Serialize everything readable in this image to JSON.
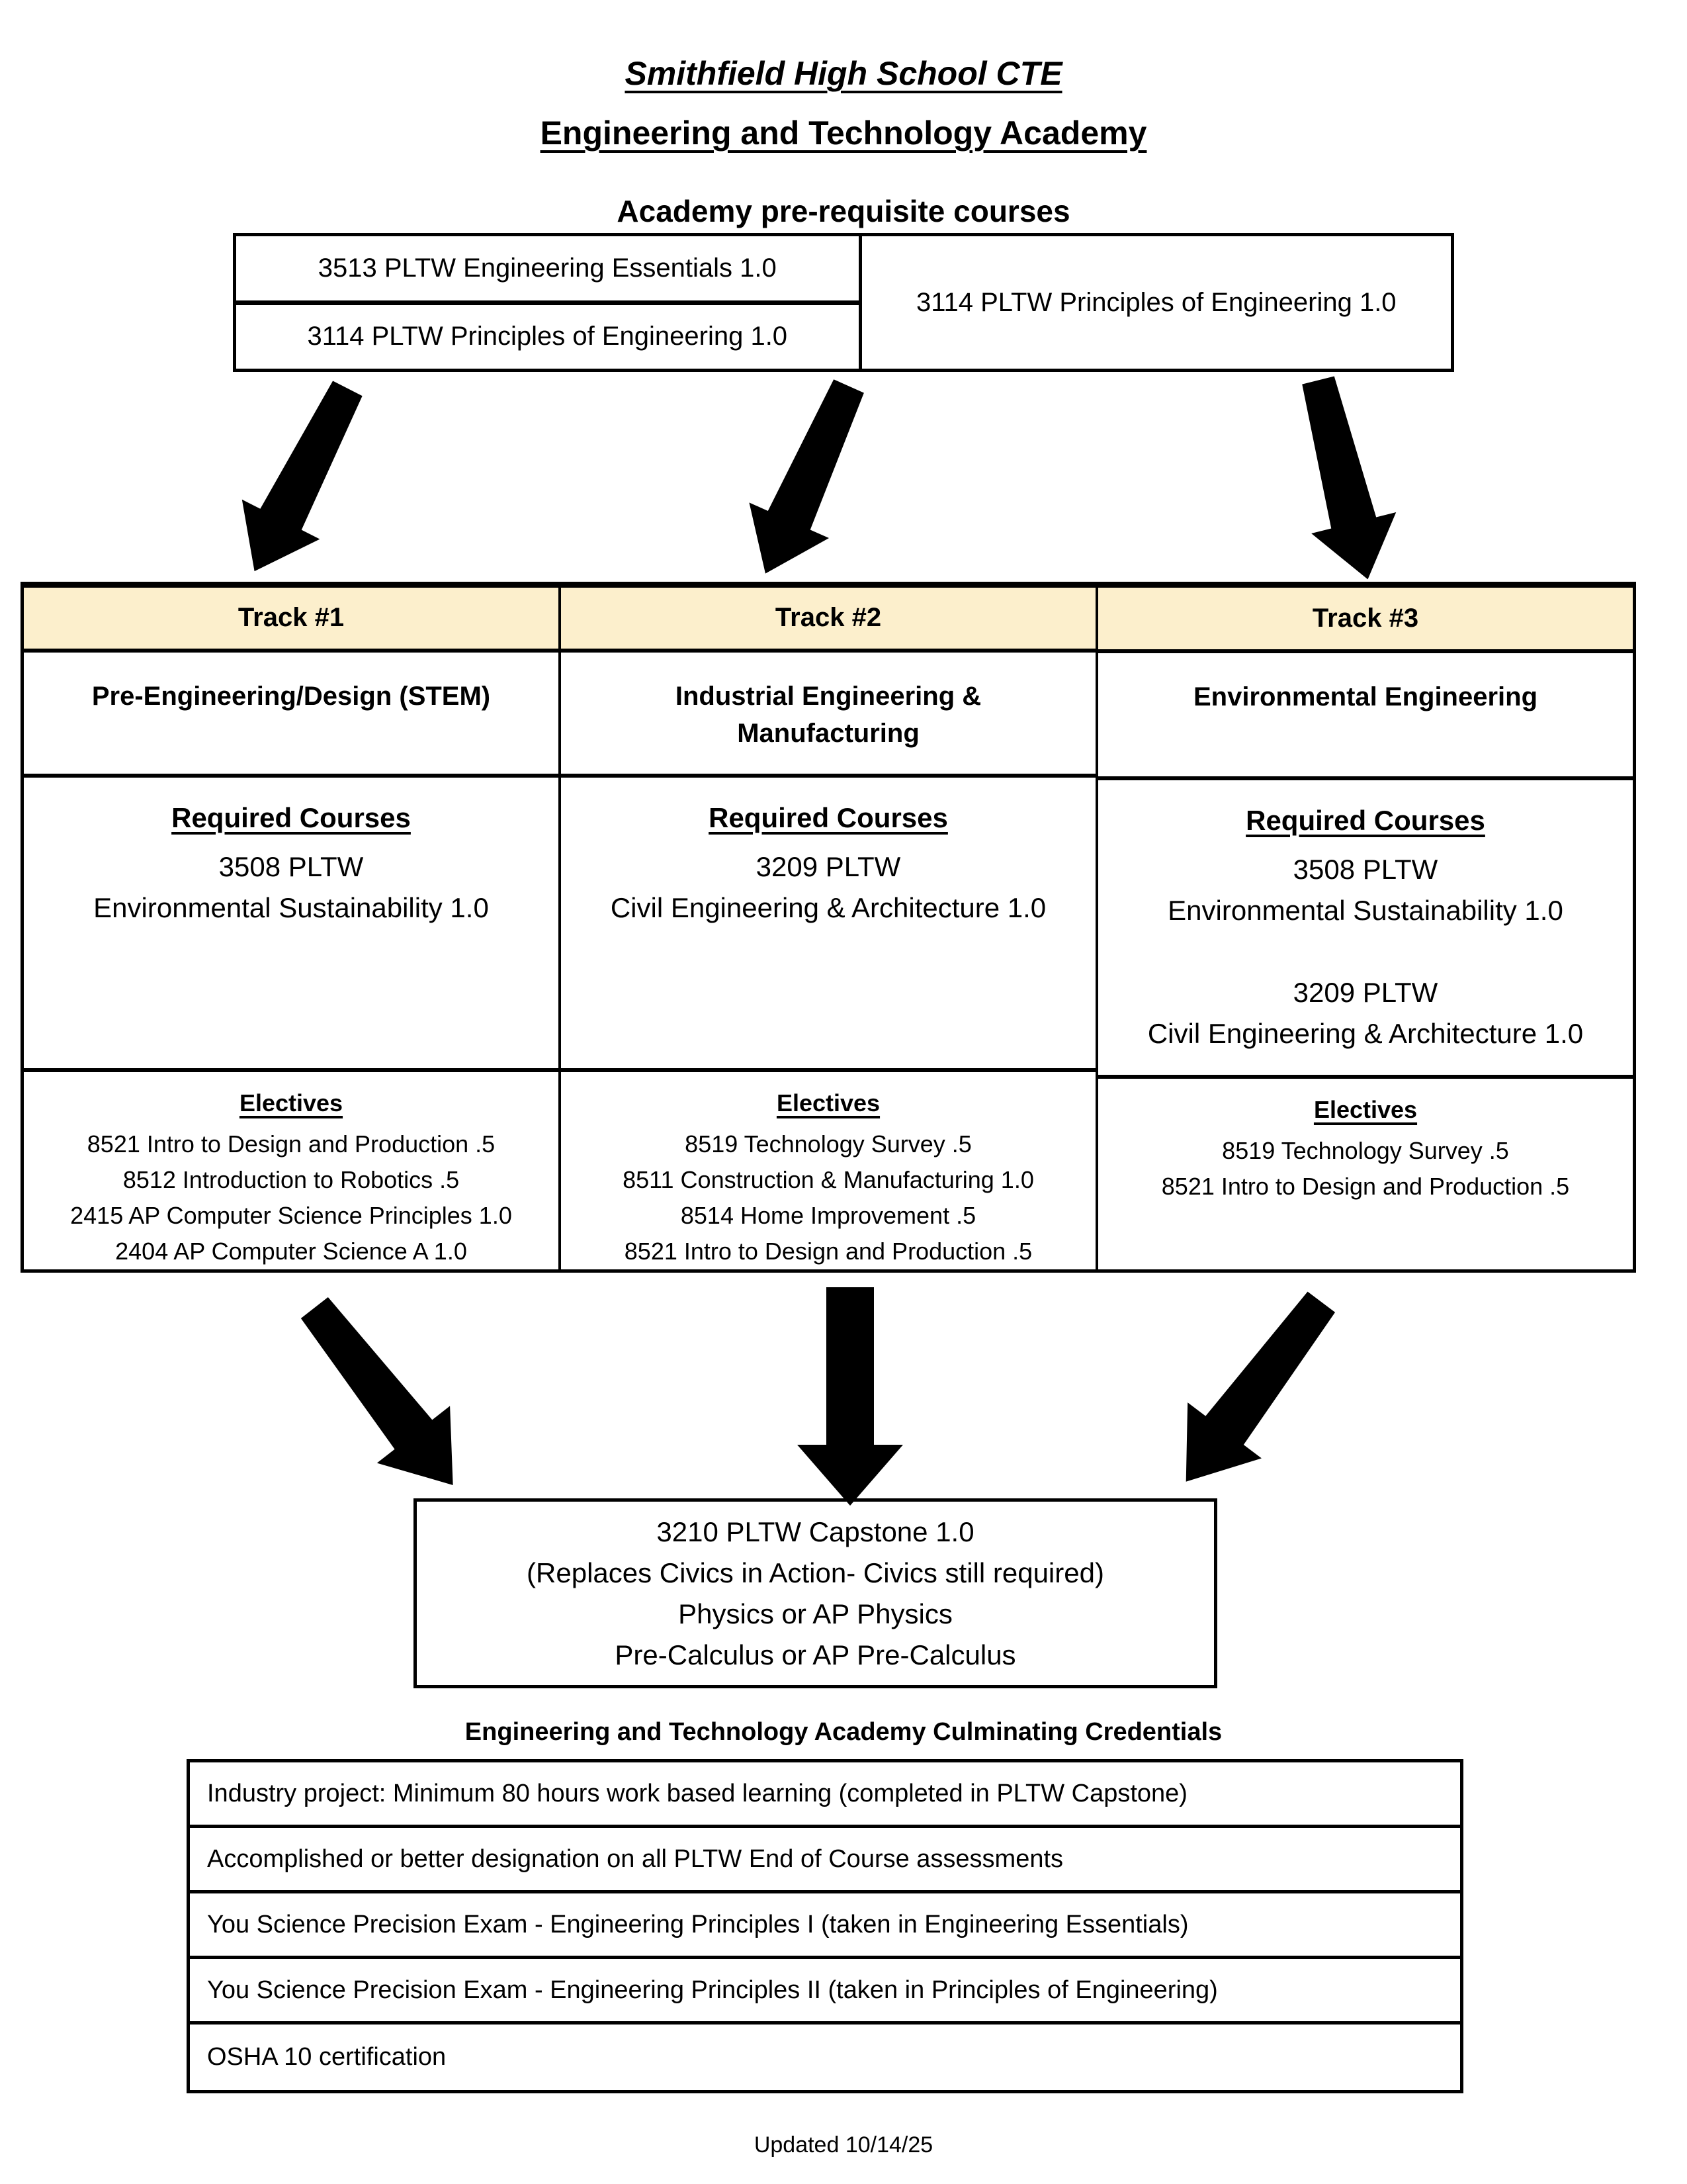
{
  "page": {
    "title_line1": "Smithfield High School CTE",
    "title_line2": "Engineering and Technology Academy",
    "prerequisites_heading": "Academy pre-requisite courses",
    "footer": "Updated 10/14/25"
  },
  "prerequisites": {
    "left_courses": [
      "3513 PLTW Engineering Essentials 1.0",
      "3114 PLTW Principles of Engineering 1.0"
    ],
    "right_course": "3114 PLTW Principles of Engineering 1.0"
  },
  "tracks": [
    {
      "header": "Track #1",
      "name_lines": [
        "Pre-Engineering/Design (STEM)",
        ""
      ],
      "required_heading": "Required Courses",
      "required_lines": [
        "3508 PLTW",
        "Environmental Sustainability 1.0",
        "",
        "",
        ""
      ],
      "electives_heading": "Electives",
      "electives": [
        "8521 Intro to Design and Production .5",
        "8512 Introduction to Robotics .5",
        "2415 AP Computer Science Principles 1.0",
        "2404 AP Computer Science A 1.0"
      ]
    },
    {
      "header": "Track #2",
      "name_lines": [
        "Industrial Engineering &",
        "Manufacturing"
      ],
      "required_heading": "Required Courses",
      "required_lines": [
        "3209 PLTW",
        "Civil Engineering & Architecture 1.0",
        "",
        "",
        ""
      ],
      "electives_heading": "Electives",
      "electives": [
        "8519 Technology Survey .5",
        "8511 Construction & Manufacturing 1.0",
        "8514 Home Improvement .5",
        "8521 Intro to Design and Production .5"
      ]
    },
    {
      "header": "Track #3",
      "name_lines": [
        "Environmental Engineering",
        ""
      ],
      "required_heading": "Required Courses",
      "required_lines": [
        "3508 PLTW",
        "Environmental Sustainability 1.0",
        "",
        "3209 PLTW",
        "Civil Engineering & Architecture 1.0"
      ],
      "electives_heading": "Electives",
      "electives": [
        "8519 Technology Survey .5",
        "8521 Intro to Design and Production .5",
        "",
        ""
      ]
    }
  ],
  "capstone": {
    "lines": [
      "3210 PLTW Capstone 1.0",
      "(Replaces Civics in Action- Civics still required)",
      "Physics or AP Physics",
      "Pre-Calculus or AP Pre-Calculus"
    ]
  },
  "credentials": {
    "heading": "Engineering and Technology Academy Culminating Credentials",
    "items": [
      "Industry project: Minimum 80 hours work based learning (completed in PLTW Capstone)",
      "Accomplished or better designation on all PLTW End of Course assessments",
      "You Science Precision Exam - Engineering Principles I (taken in Engineering Essentials)",
      "You Science Precision Exam - Engineering Principles II (taken in Principles of Engineering)",
      "OSHA 10 certification"
    ]
  },
  "colors": {
    "track_header_bg": "#FCEFCC",
    "arrow": "#000000"
  }
}
